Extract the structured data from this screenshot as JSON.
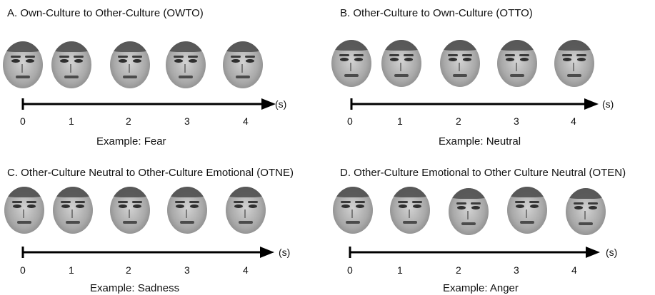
{
  "panels": [
    {
      "title": "A. Own-Culture to Other-Culture (OWTO)",
      "ticks": [
        "0",
        "1",
        "2",
        "3",
        "4"
      ],
      "unit": "(s)",
      "example": "Example: Fear"
    },
    {
      "title": "B. Other-Culture to Own-Culture (OTTO)",
      "ticks": [
        "0",
        "1",
        "2",
        "3",
        "4"
      ],
      "unit": "(s)",
      "example": "Example: Neutral"
    },
    {
      "title": "C. Other-Culture Neutral to Other-Culture Emotional (OTNE)",
      "ticks": [
        "0",
        "1",
        "2",
        "3",
        "4"
      ],
      "unit": "(s)",
      "example": "Example: Sadness"
    },
    {
      "title": "D. Other-Culture Emotional to Other Culture Neutral (OTEN)",
      "ticks": [
        "0",
        "1",
        "2",
        "3",
        "4"
      ],
      "unit": "(s)",
      "example": "Example: Anger"
    }
  ]
}
